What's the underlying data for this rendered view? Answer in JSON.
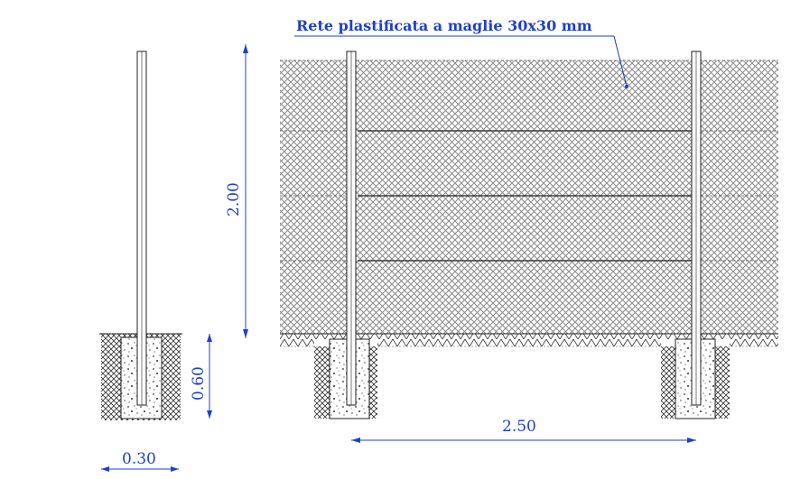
{
  "diagram": {
    "mesh_note": "Rete plastificata a maglie 30x30 mm",
    "dim_height": "2.00",
    "dim_footing_depth": "0.60",
    "dim_footing_width": "0.30",
    "dim_post_spacing": "2.50"
  },
  "colors": {
    "dimension": "#1f3fd0",
    "line": "#222222",
    "mesh": "#8a8a8a"
  }
}
